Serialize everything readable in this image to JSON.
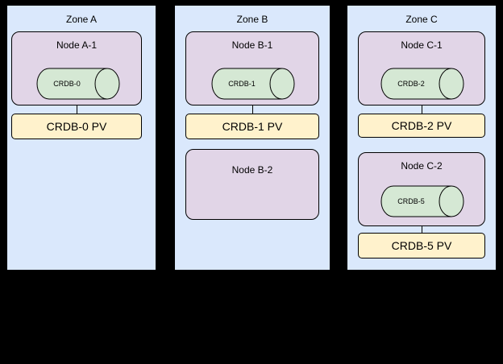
{
  "colors": {
    "background": "#000000",
    "zone_fill": "#dae8fc",
    "node_fill": "#e1d5e7",
    "cylinder_fill": "#d5e8d4",
    "cylinder_stroke": "#000000",
    "pv_fill": "#fff2cc"
  },
  "zones": {
    "a": {
      "label": "Zone A",
      "node1": {
        "label": "Node A-1",
        "cylinder_label": "CRDB-0"
      },
      "pv1": {
        "label": "CRDB-0 PV"
      }
    },
    "b": {
      "label": "Zone B",
      "node1": {
        "label": "Node B-1",
        "cylinder_label": "CRDB-1"
      },
      "pv1": {
        "label": "CRDB-1 PV"
      },
      "node2": {
        "label": "Node B-2"
      }
    },
    "c": {
      "label": "Zone C",
      "node1": {
        "label": "Node C-1",
        "cylinder_label": "CRDB-2"
      },
      "pv1": {
        "label": "CRDB-2 PV"
      },
      "node2": {
        "label": "Node C-2",
        "cylinder_label": "CRDB-5"
      },
      "pv2": {
        "label": "CRDB-5 PV"
      }
    }
  }
}
